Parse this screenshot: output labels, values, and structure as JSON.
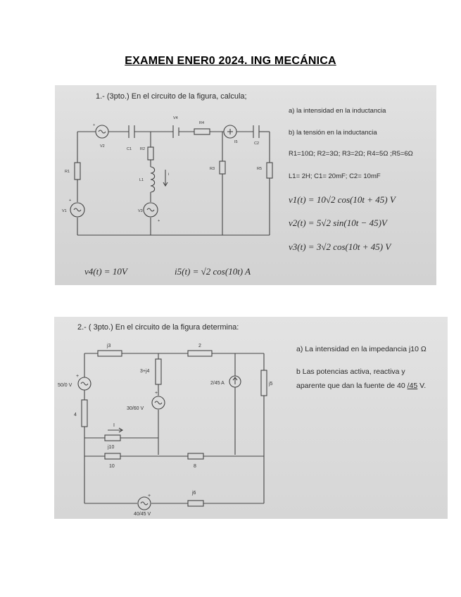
{
  "title": "EXAMEN ENER0 2024. ING MECÁNICA",
  "problem1": {
    "heading": "1.- (3pto.) En el circuito de la figura, calcula;",
    "question_a": "a) la intensidad en la inductancia",
    "question_b": "b) la tensión en la inductancia",
    "resistances": "R1=10Ω; R2=3Ω; R3=2Ω; R4=5Ω ;R5=6Ω",
    "elements": "L1= 2H; C1= 20mF; C2= 10mF",
    "v1": "v1(t) = 10√2 cos(10t + 45) V",
    "v2": "v2(t) = 5√2 sin(10t − 45)V",
    "v3": "v3(t) = 3√2 cos(10t + 45) V",
    "v4": "v4(t) = 10V",
    "i5": "i5(t) = √2 cos(10t) A",
    "labels": {
      "V1": "V1",
      "V2": "V2",
      "V3": "V3",
      "V4": "V4",
      "R1": "R1",
      "R2": "R2",
      "R3": "R3",
      "R4": "R4",
      "R5": "R5",
      "C1": "C1",
      "C2": "C2",
      "L1": "L1",
      "I5": "I5",
      "i": "i"
    }
  },
  "problem2": {
    "heading": "2.- ( 3pto.) En el circuito de la figura determina:",
    "question_a": "a) La intensidad en la impedancia j10 Ω",
    "question_b_line1": "b Las potencias activa, reactiva y",
    "question_b_line2_prefix": "aparente que dan la fuente de 40 ",
    "question_b_angle": "/45",
    "question_b_suffix": " V.",
    "labels": {
      "src_top_left": "50/0 V",
      "src_mid": "30/60 V",
      "src_current": "2/45 A",
      "src_bottom": "40/45 V",
      "z_j3": "j3",
      "z_2": "2",
      "z_3j4": "3+j4",
      "z_j5": "j5",
      "z_4": "4",
      "z_j10": "j10",
      "z_10": "10",
      "z_8": "8",
      "z_j6": "j6",
      "current_I": "I"
    }
  }
}
